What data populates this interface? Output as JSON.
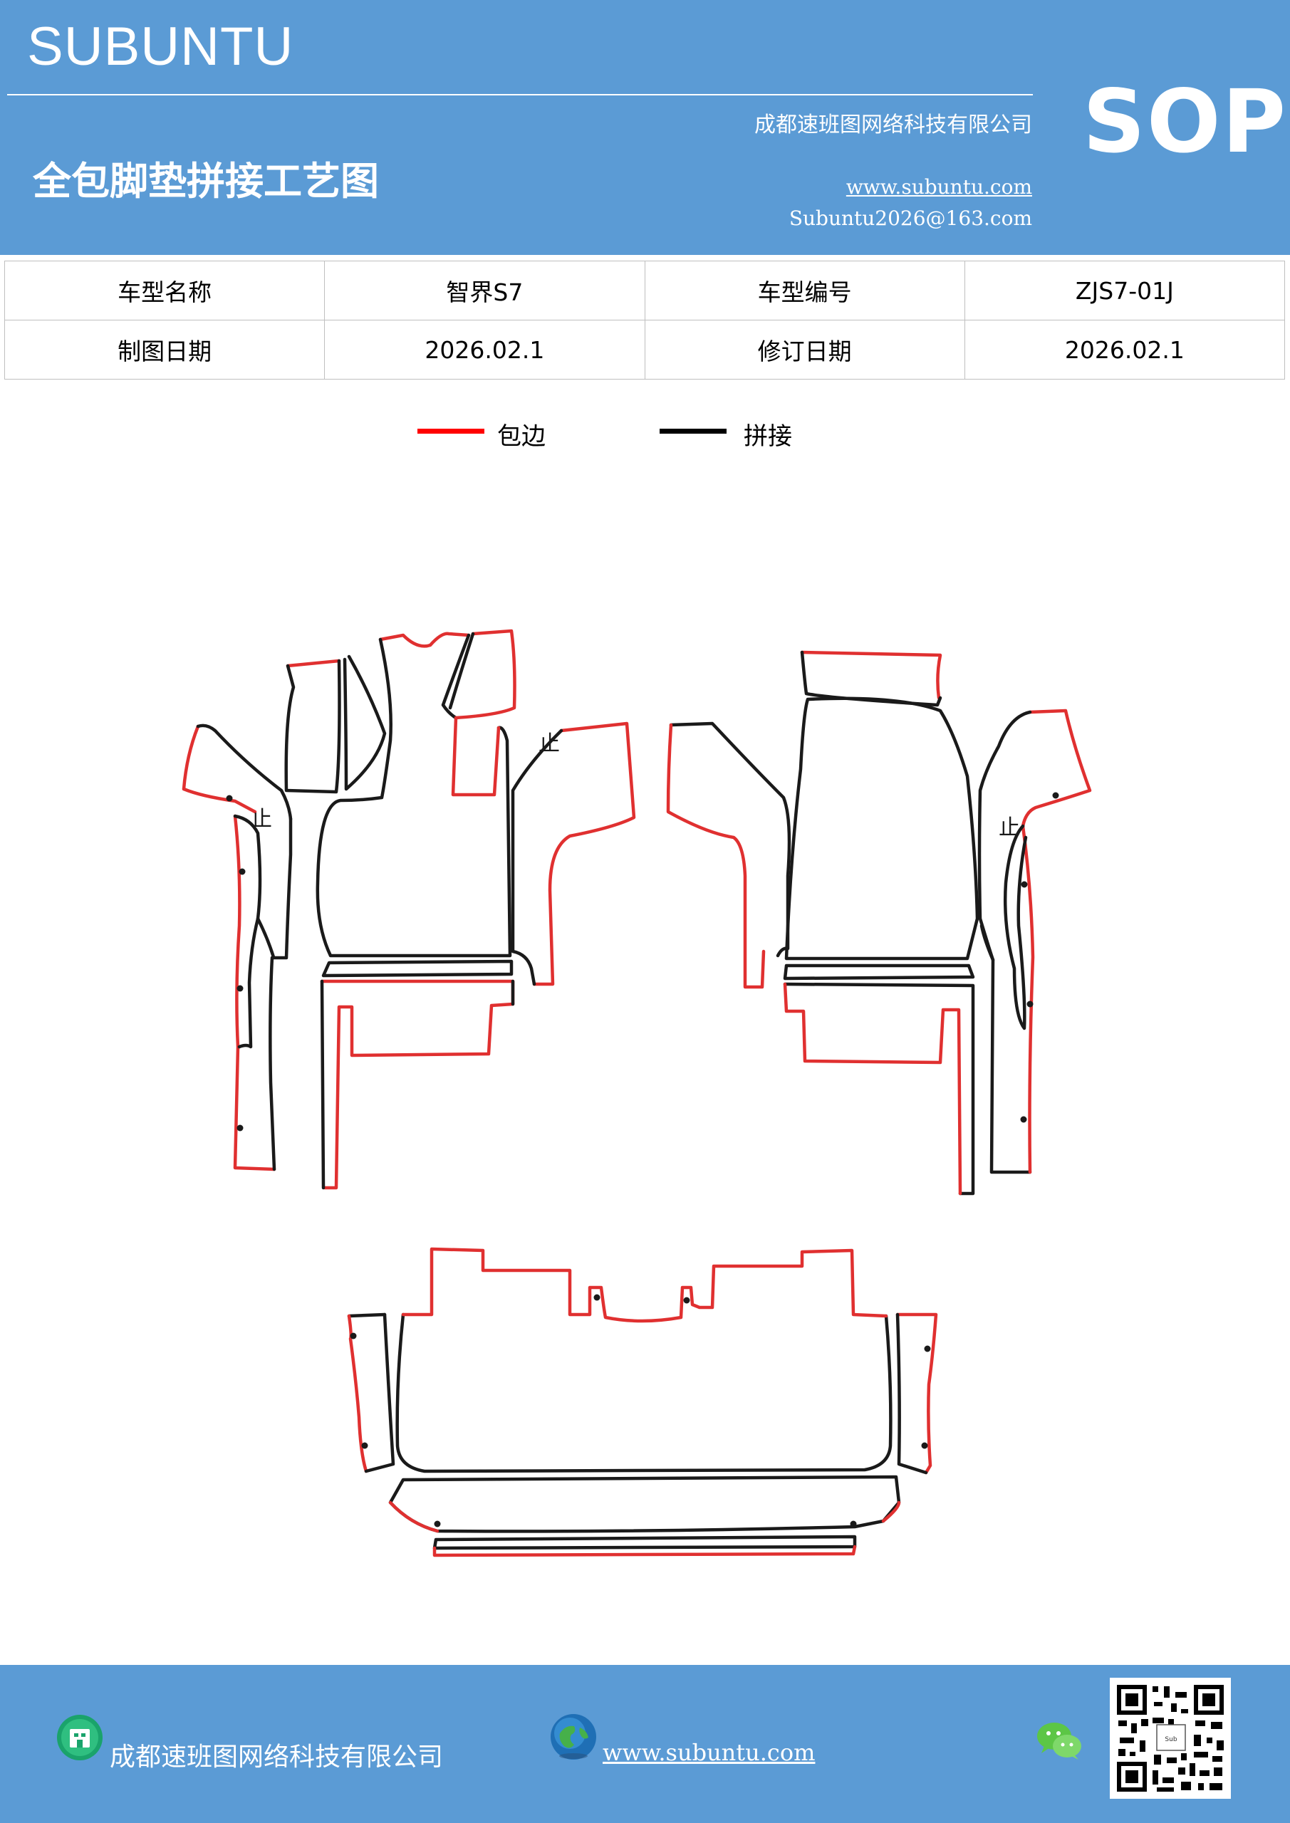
{
  "header": {
    "brand": "SUBUNTU",
    "company": "成都速班图网络科技有限公司",
    "title": "全包脚垫拼接工艺图",
    "website": "www.subuntu.com",
    "email": "Subuntu2026@163.com",
    "badge": "SOP",
    "background_color": "#5b9bd5"
  },
  "info_table": {
    "rows": [
      [
        "车型名称",
        "智界S7",
        "车型编号",
        "ZJS7-01J"
      ],
      [
        "制图日期",
        "2026.02.1",
        "修订日期",
        "2026.02.1"
      ]
    ]
  },
  "legend": {
    "items": [
      {
        "label": "包边",
        "color": "#ff0000"
      },
      {
        "label": "拼接",
        "color": "#000000"
      }
    ]
  },
  "diagram": {
    "stop_mark": "止",
    "edge_color": "#e03030",
    "seam_color": "#1a1a1a"
  },
  "footer": {
    "company": "成都速班图网络科技有限公司",
    "website": "www.subuntu.com",
    "icons": [
      "building-icon",
      "globe-icon",
      "wechat-icon",
      "qr-code-icon"
    ]
  }
}
